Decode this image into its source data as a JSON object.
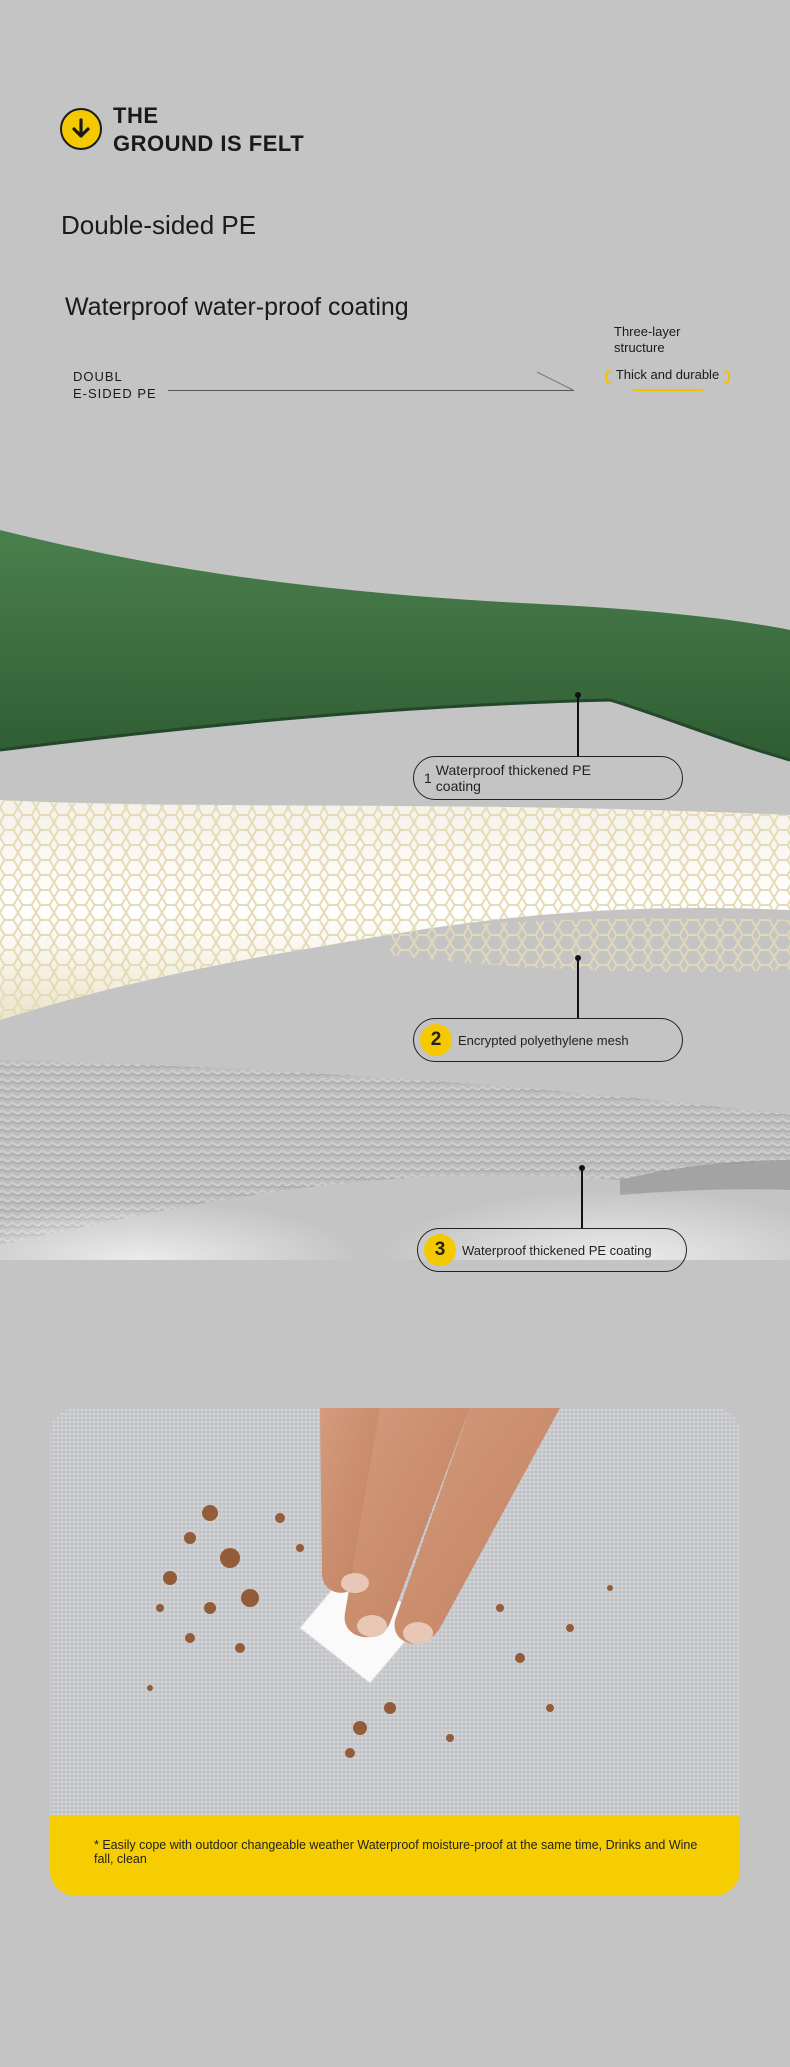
{
  "header": {
    "title_line1": "THE",
    "title_line2": "GROUND IS FELT",
    "subtitle": "Double-sided PE",
    "heading": "Waterproof water-proof coating"
  },
  "side_label": {
    "line1": "DOUBL",
    "line2": "E-SIDED PE"
  },
  "structure": {
    "line1": "Three-layer",
    "line2": "structure",
    "tag": "Thick and durable"
  },
  "callouts": [
    {
      "number": "1",
      "text": "Waterproof thickened PE coating"
    },
    {
      "number": "2",
      "text": "Encrypted polyethylene mesh"
    },
    {
      "number": "3",
      "text": "Waterproof thickened PE coating"
    }
  ],
  "card": {
    "caption": "* Easily cope with outdoor changeable weather Waterproof moisture-proof at the same time, Drinks and Wine fall, clean"
  },
  "colors": {
    "background": "#c4c4c4",
    "accent_yellow": "#f5c900",
    "layer_green": "#3f6f42",
    "mesh_cream": "#e8dfbf",
    "foil_gray": "#b9b9b9"
  },
  "icons": [
    "arrow-down-circle-icon"
  ]
}
